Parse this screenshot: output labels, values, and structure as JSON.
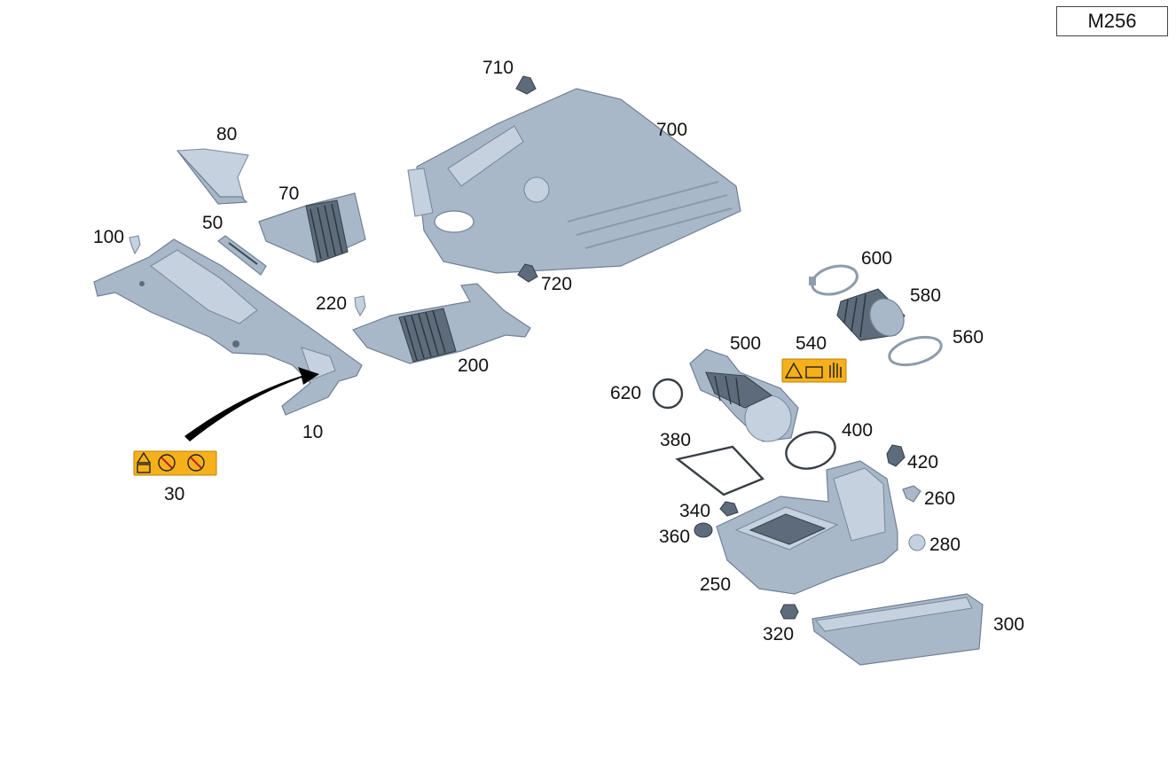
{
  "model_code": "M256",
  "callouts": {
    "c10": "10",
    "c30": "30",
    "c50": "50",
    "c70": "70",
    "c80": "80",
    "c100": "100",
    "c200": "200",
    "c220": "220",
    "c250": "250",
    "c260": "260",
    "c280": "280",
    "c300": "300",
    "c320": "320",
    "c340": "340",
    "c360": "360",
    "c380": "380",
    "c400": "400",
    "c420": "420",
    "c500": "500",
    "c540": "540",
    "c560": "560",
    "c580": "580",
    "c600": "600",
    "c620": "620",
    "c700": "700",
    "c710": "710",
    "c720": "720"
  },
  "colors": {
    "part_fill": "#a9b8c9",
    "warning_label": "#f6b11a"
  }
}
